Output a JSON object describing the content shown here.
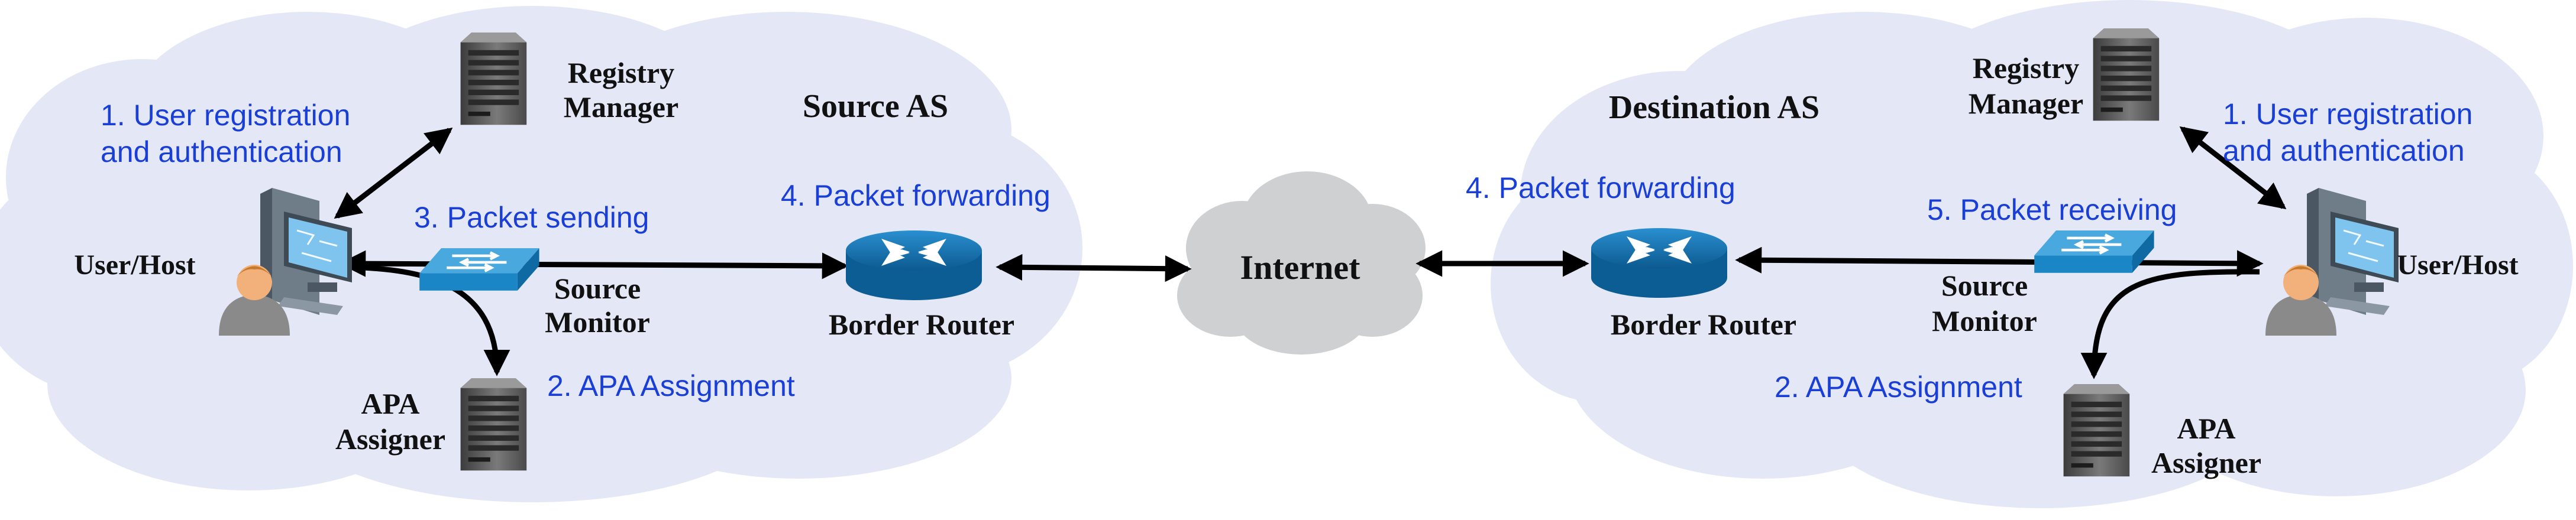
{
  "colors": {
    "cloud": "#e4e7f6",
    "internet_cloud": "#cfd0d2",
    "step_text": "#1a3fd6",
    "router": "#1579b8",
    "switch": "#1f8fcc",
    "server": "#5b5b5b",
    "arrow": "#000000"
  },
  "source_as": {
    "title": "Source AS",
    "host": {
      "label": "User/Host",
      "icon": "user-host-icon"
    },
    "registry": {
      "line1": "Registry",
      "line2": "Manager",
      "icon": "server-icon"
    },
    "assigner": {
      "line1": "APA",
      "line2": "Assigner",
      "icon": "server-icon"
    },
    "monitor": {
      "line1": "Source",
      "line2": "Monitor",
      "icon": "switch-icon"
    },
    "router": {
      "label": "Border Router",
      "icon": "router-icon"
    },
    "steps": {
      "registration_line1": "1. User registration",
      "registration_line2": "and authentication",
      "assignment": "2. APA Assignment",
      "sending": "3. Packet sending",
      "forwarding": "4. Packet forwarding"
    }
  },
  "internet": {
    "label": "Internet",
    "icon": "cloud-icon"
  },
  "destination_as": {
    "title": "Destination AS",
    "host": {
      "label": "User/Host",
      "icon": "user-host-icon"
    },
    "registry": {
      "line1": "Registry",
      "line2": "Manager",
      "icon": "server-icon"
    },
    "assigner": {
      "line1": "APA",
      "line2": "Assigner",
      "icon": "server-icon"
    },
    "monitor": {
      "line1": "Source",
      "line2": "Monitor",
      "icon": "switch-icon"
    },
    "router": {
      "label": "Border Router",
      "icon": "router-icon"
    },
    "steps": {
      "registration_line1": "1. User registration",
      "registration_line2": "and authentication",
      "assignment": "2. APA Assignment",
      "forwarding": "4. Packet forwarding",
      "receiving": "5. Packet receiving"
    }
  }
}
